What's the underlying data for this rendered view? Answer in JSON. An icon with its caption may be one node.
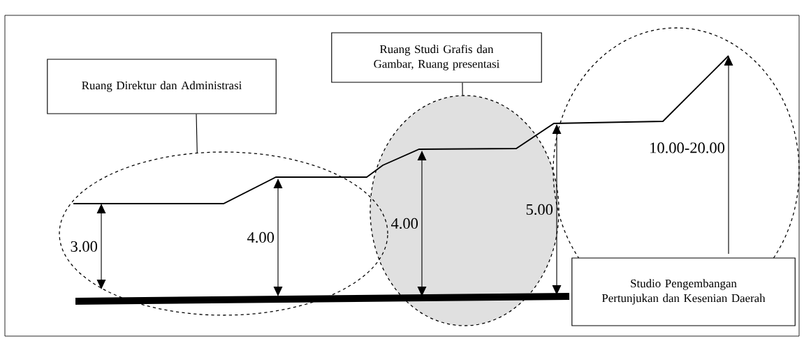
{
  "diagram": {
    "nodes": [
      {
        "text": [
          "Ruang Direktur dan Administrasi"
        ]
      },
      {
        "text": [],
        "shape": "ellipse"
      },
      {
        "text": [
          "Ruang Studi Grafis dan Gambar, Ruang presentasi"
        ]
      },
      {
        "text": [],
        "shape": "ellipse"
      },
      {
        "text": [],
        "shape": "ellipse"
      },
      {
        "text": [
          "Studio Pengembangan Pertunjukan dan Kesenian Daerah"
        ]
      }
    ],
    "edges": [
      {
        "from": 0,
        "to": 1,
        "arrow": "none"
      },
      {
        "from": 2,
        "to": 3,
        "arrow": "none"
      }
    ],
    "labels": [
      "3.00",
      "4.00",
      "4.00",
      "5.00",
      "10.00-20.00"
    ]
  }
}
